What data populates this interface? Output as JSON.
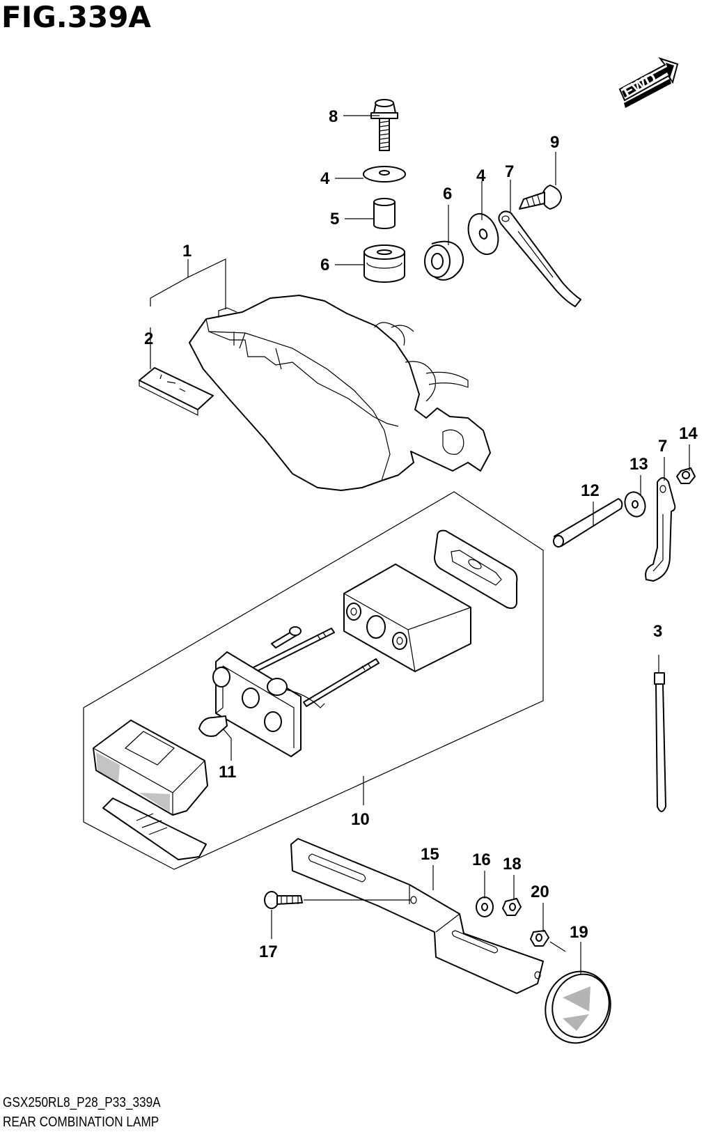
{
  "figure": {
    "title": "FIG.339A",
    "direction_label": "FWD",
    "code": "GSX250RL8_P28_P33_339A",
    "name": "REAR COMBINATION LAMP"
  },
  "callouts": [
    {
      "id": "c8a",
      "text": "8"
    },
    {
      "id": "c4a",
      "text": "4"
    },
    {
      "id": "c5",
      "text": "5"
    },
    {
      "id": "c6a",
      "text": "6"
    },
    {
      "id": "c6b",
      "text": "6"
    },
    {
      "id": "c4b",
      "text": "4"
    },
    {
      "id": "c7a",
      "text": "7"
    },
    {
      "id": "c9",
      "text": "9"
    },
    {
      "id": "c1",
      "text": "1"
    },
    {
      "id": "c2",
      "text": "2"
    },
    {
      "id": "c14",
      "text": "14"
    },
    {
      "id": "c7b",
      "text": "7"
    },
    {
      "id": "c13",
      "text": "13"
    },
    {
      "id": "c12",
      "text": "12"
    },
    {
      "id": "c3",
      "text": "3"
    },
    {
      "id": "c11",
      "text": "11"
    },
    {
      "id": "c10",
      "text": "10"
    },
    {
      "id": "c15",
      "text": "15"
    },
    {
      "id": "c16",
      "text": "16"
    },
    {
      "id": "c18",
      "text": "18"
    },
    {
      "id": "c20",
      "text": "20"
    },
    {
      "id": "c17",
      "text": "17"
    },
    {
      "id": "c19",
      "text": "19"
    }
  ]
}
